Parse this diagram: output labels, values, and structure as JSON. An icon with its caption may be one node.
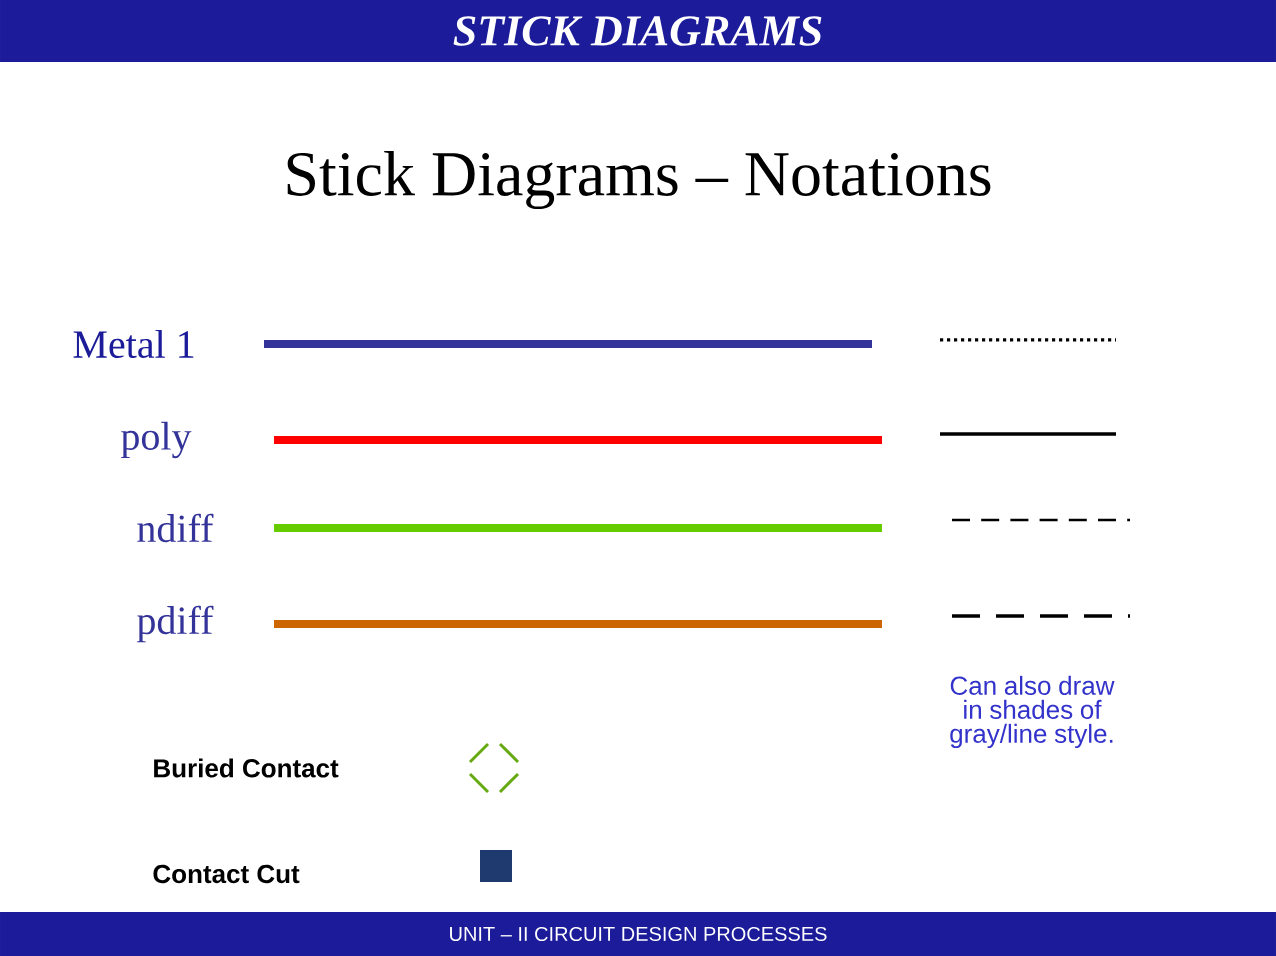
{
  "diagram": {
    "title": "Stick Diagrams – Notations",
    "labels": [
      "STICK DIAGRAMS",
      "Can also draw in shades of gray/line style.",
      "UNIT – II CIRCUIT DESIGN PROCESSES"
    ],
    "legend": [
      {
        "text": "Metal 1"
      },
      {
        "text": "poly"
      },
      {
        "text": "ndiff"
      },
      {
        "text": "pdiff"
      },
      {
        "text": "Buried Contact"
      },
      {
        "text": "Contact Cut"
      }
    ]
  }
}
